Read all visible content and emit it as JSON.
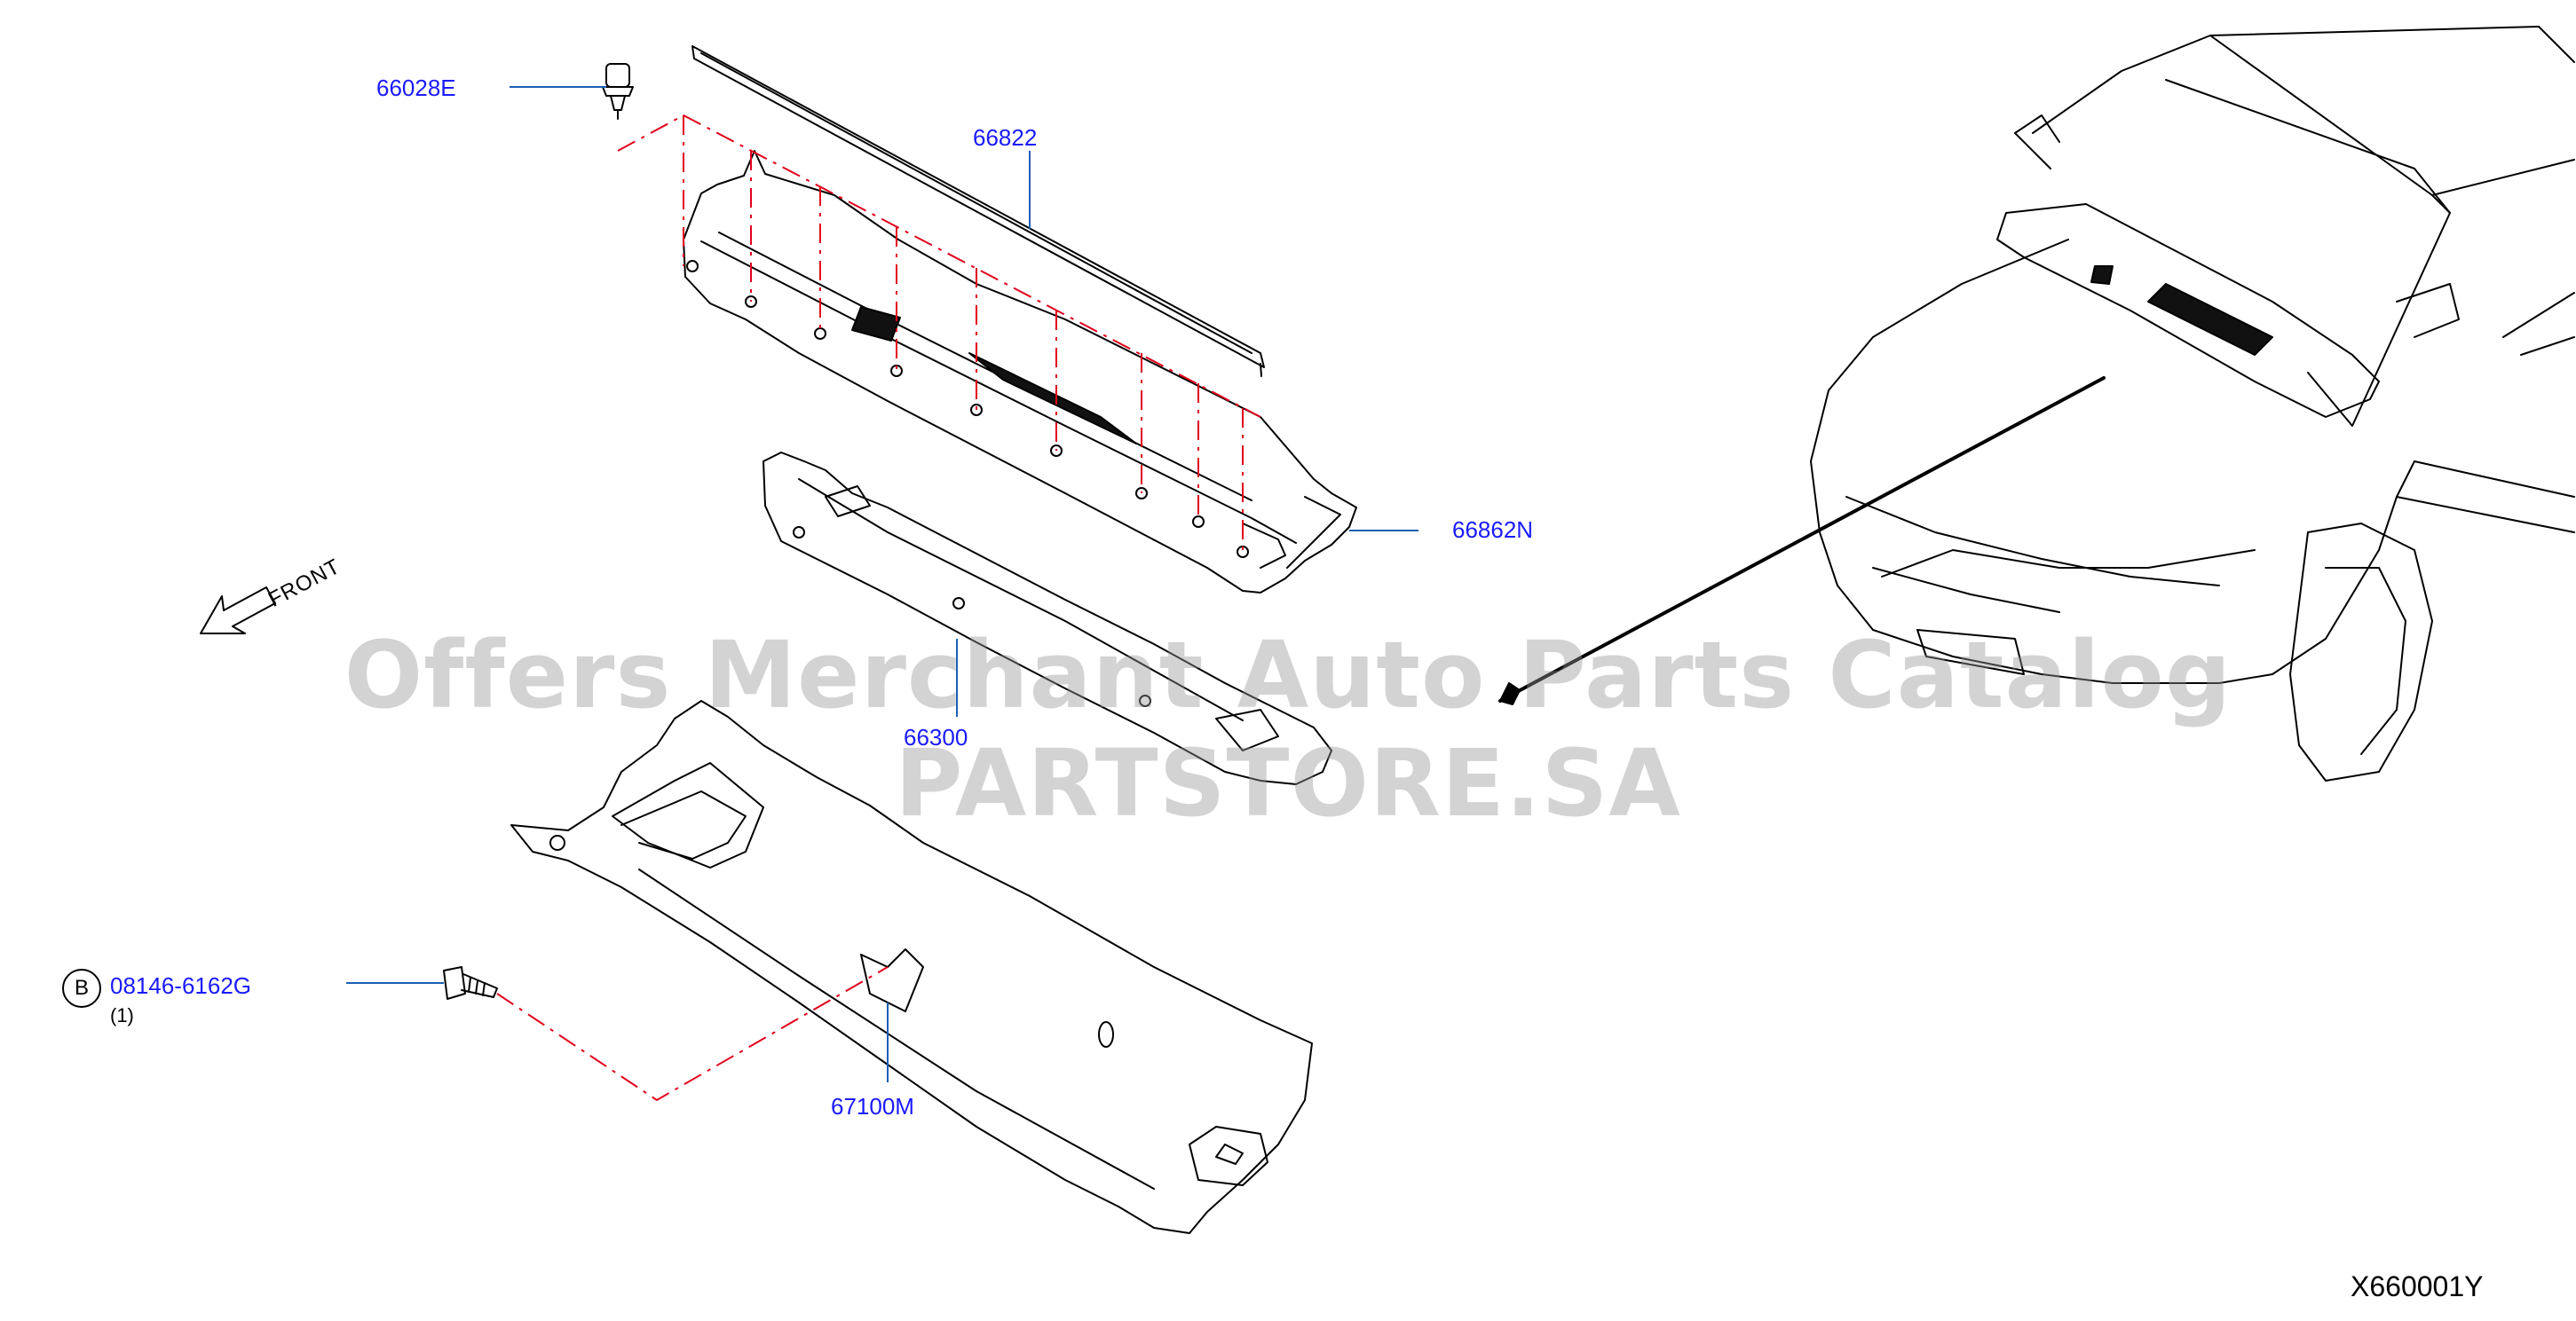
{
  "parts": {
    "p66028E": "66028E",
    "p66822": "66822",
    "p66862N": "66862N",
    "p66300": "66300",
    "p08146": "08146-6162G",
    "p08146_qty": "(1)",
    "p67100M": "67100M"
  },
  "bolt_ref_letter": "B",
  "front_label": "FRONT",
  "watermark": "Offers Merchant Auto Parts Catalog PARTSTORE.SA",
  "diagram_id": "X660001Y",
  "colors": {
    "label": "#1a1aff",
    "leader": "#1a5fb4",
    "dash": "#e0001b",
    "line": "#000000"
  }
}
